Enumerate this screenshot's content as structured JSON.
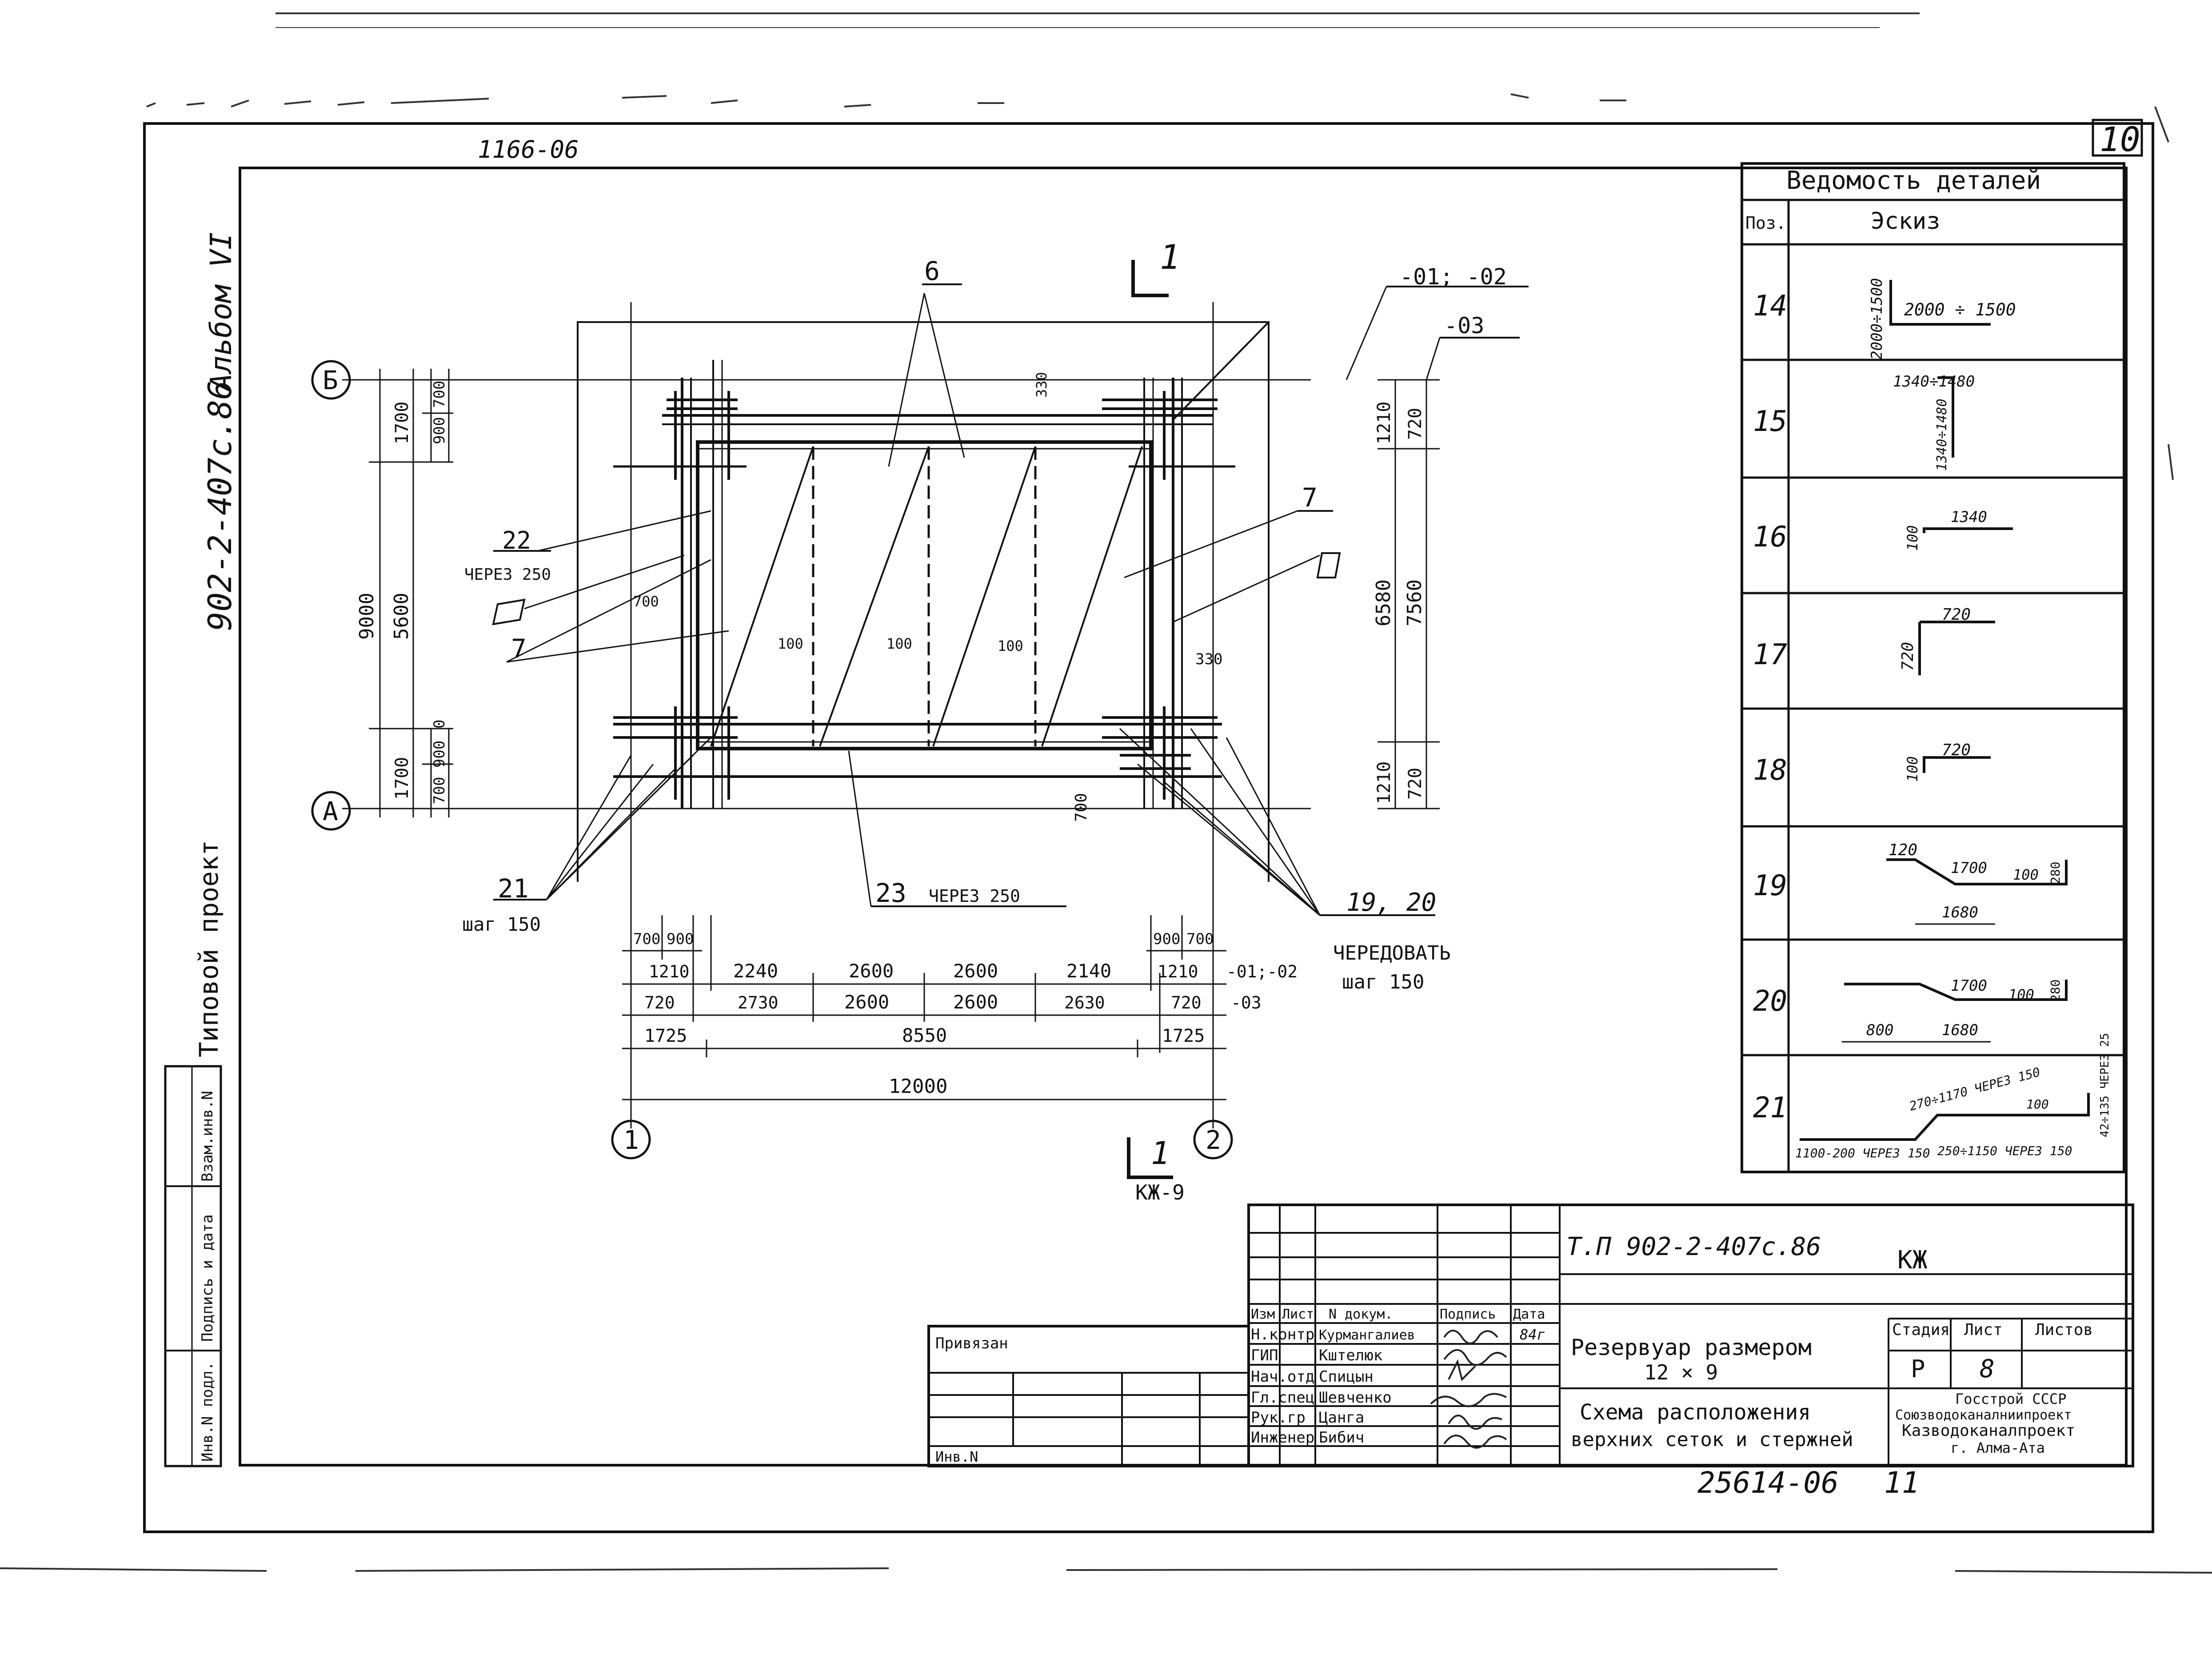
{
  "sheet": {
    "number": "10",
    "code_top": "1166-06",
    "project_code_vertical": "902-2-407с.86",
    "album_vertical": "Альбом VI",
    "series_vertical": "Типовой проект",
    "bottom_number": "25614-06",
    "bottom_page": "11"
  },
  "side_stamp": [
    "Инв.N подл.",
    "Подпись и дата",
    "Взам.инв.N"
  ],
  "plan": {
    "axis_b": "Б",
    "axis_a": "А",
    "axis_1": "1",
    "axis_2": "2",
    "section_label": "1",
    "section_ref": "КЖ-9",
    "variant_top_1": "-01; -02",
    "variant_top_2": "-03",
    "variant_row_1": "-01;-02",
    "variant_row_2": "-03",
    "pos_6": "6",
    "pos_7_left": "7",
    "pos_7_right": "7",
    "pos_22": "22",
    "pos_22_note": "ЧЕРЕЗ 250",
    "pos_21": "21",
    "pos_21_note": "шаг 150",
    "pos_23": "23",
    "pos_23_note": "ЧЕРЕЗ 250",
    "pos_19_20": "19, 20",
    "pos_19_20_note1": "ЧЕРЕДОВАТЬ",
    "pos_19_20_note2": "шаг 150",
    "left_dims": {
      "total": "9000",
      "mid": "5600",
      "top": "1700",
      "bottom": "1700",
      "top_a": "900",
      "top_b": "700",
      "top_c": "900 700",
      "bot_a": "0",
      "bot_c": "700 900"
    },
    "right_dims": {
      "outer_total": "7560",
      "inner_total": "6580",
      "top_outer": "720",
      "top_inner": "1210",
      "bot_outer": "720",
      "bot_inner": "1210"
    },
    "inner_labels": {
      "d330_top": "330",
      "d330_mid": "330",
      "d700_left": "700",
      "d700_bottom": "700",
      "d100_1": "100",
      "d100_2": "100",
      "d100_3": "100"
    },
    "bottom_dims": {
      "row0": [
        "700",
        "900",
        "900",
        "700"
      ],
      "row1": [
        "1210",
        "2240",
        "2600",
        "2600",
        "2140",
        "1210"
      ],
      "row2": [
        "720",
        "2730",
        "2600",
        "2600",
        "2630",
        "720"
      ],
      "row3": [
        "1725",
        "8550",
        "1725"
      ],
      "row4": [
        "12000"
      ]
    }
  },
  "details_table": {
    "title": "Ведомость деталей",
    "col_pos": "Поз.",
    "col_sketch": "Эскиз",
    "rows": [
      {
        "pos": "14",
        "a": "2000÷1500",
        "b": "2000 ÷ 1500"
      },
      {
        "pos": "15",
        "a": "1340÷1480",
        "b": "1340÷1480"
      },
      {
        "pos": "16",
        "a": "100",
        "b": "1340"
      },
      {
        "pos": "17",
        "a": "720",
        "b": "720"
      },
      {
        "pos": "18",
        "a": "100",
        "b": "720"
      },
      {
        "pos": "19",
        "a": "120",
        "b": "1700",
        "c": "100",
        "d": "280",
        "e": "1680"
      },
      {
        "pos": "20",
        "a": "800",
        "b": "1700",
        "c": "100",
        "d": "280",
        "e": "1680"
      },
      {
        "pos": "21",
        "a": "270÷1170 ЧЕРЕЗ 150",
        "b": "100",
        "c": "42÷135 ЧЕРЕЗ 25",
        "d": "1100-200 ЧЕРЕЗ 150",
        "e": "250÷1150 ЧЕРЕЗ 150"
      }
    ]
  },
  "title_block": {
    "project": "Т.П 902-2-407с.86",
    "mark": "КЖ",
    "privyazan": "Привязан",
    "inv_no": "Инв.N",
    "hdr": [
      "Изм",
      "Лист",
      "N докум.",
      "Подпись",
      "Дата"
    ],
    "date": "84г",
    "roles": [
      "Н.контр",
      "ГИП",
      "Нач.отд",
      "Гл.спец",
      "Рук.гр",
      "Инженер"
    ],
    "names": [
      "Курмангалиев",
      "Кштелюк",
      "Спицын",
      "Шевченко",
      "Цанга",
      "Бибич"
    ],
    "title1a": "Резервуар размером",
    "title1b": "12 × 9",
    "title2a": "Схема расположения",
    "title2b": "верхних сеток и стержней",
    "stage_hdr": "Стадия",
    "sheet_hdr": "Лист",
    "sheets_hdr": "Листов",
    "stage": "Р",
    "sheet": "8",
    "org1": "Госстрой СССР",
    "org2": "Союзводоканалниипроект",
    "org3": "Казводоканалпроект",
    "org4": "г. Алма-Ата"
  }
}
